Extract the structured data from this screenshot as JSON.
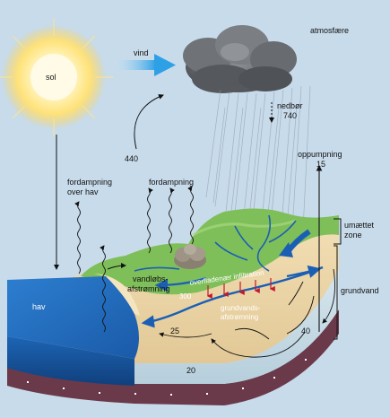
{
  "labels": {
    "sun": "sol",
    "wind": "vind",
    "atmosphere": "atmosfære",
    "precip_label": "nedbør",
    "precip_value": "740",
    "transport_value": "440",
    "pumping_label": "oppumpning",
    "pumping_value": "15",
    "evap_sea_line1": "fordampning",
    "evap_sea_line2": "over hav",
    "evap_land": "fordampning",
    "unsat_line1": "umættet",
    "unsat_line2": "zone",
    "groundwater": "grundvand",
    "sea": "hav",
    "surface_runoff_line1": "vandløbs-",
    "surface_runoff_line2": "afstrømning",
    "infiltration": "overfladenær infiltration",
    "infiltration_value": "300",
    "gw_runoff_line1": "grundvands-",
    "gw_runoff_line2": "afstrømning",
    "value_25": "25",
    "value_40": "40",
    "value_20": "20"
  },
  "colors": {
    "sky": "#c8dbea",
    "sea": "#1f6fbf",
    "land": "#7fbf5a",
    "soil": "#efd9aa",
    "bedrock": "#6a3a4a",
    "flow": "#1a5fb4"
  }
}
